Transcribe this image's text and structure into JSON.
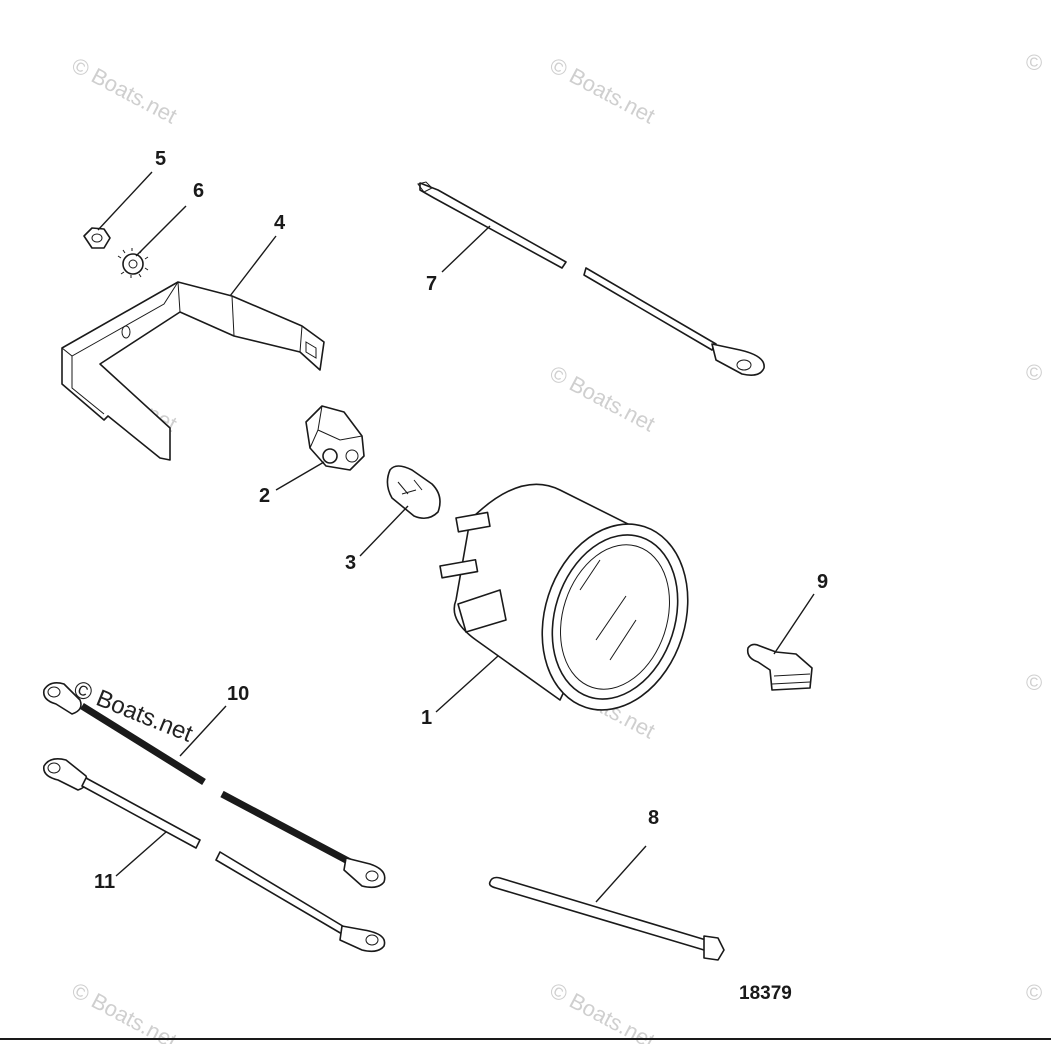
{
  "figure": {
    "number": "18379",
    "callouts": [
      "1",
      "2",
      "3",
      "4",
      "5",
      "6",
      "7",
      "8",
      "9",
      "10",
      "11"
    ]
  },
  "watermark": {
    "text": "© Boats.net"
  },
  "parts": [
    {
      "callout": "1",
      "icon": "gauge-housing-icon"
    },
    {
      "callout": "2",
      "icon": "bulb-socket-icon"
    },
    {
      "callout": "3",
      "icon": "bulb-icon"
    },
    {
      "callout": "4",
      "icon": "mounting-bracket-icon"
    },
    {
      "callout": "5",
      "icon": "hex-nut-icon"
    },
    {
      "callout": "6",
      "icon": "lock-washer-icon"
    },
    {
      "callout": "7",
      "icon": "wire-lead-icon"
    },
    {
      "callout": "8",
      "icon": "cable-tie-icon"
    },
    {
      "callout": "9",
      "icon": "terminal-connector-icon"
    },
    {
      "callout": "10",
      "icon": "wire-lead-icon"
    },
    {
      "callout": "11",
      "icon": "wire-lead-icon"
    }
  ],
  "colors": {
    "line": "#1a1a1a",
    "watermark": "#cfcfcf",
    "background": "#ffffff"
  }
}
